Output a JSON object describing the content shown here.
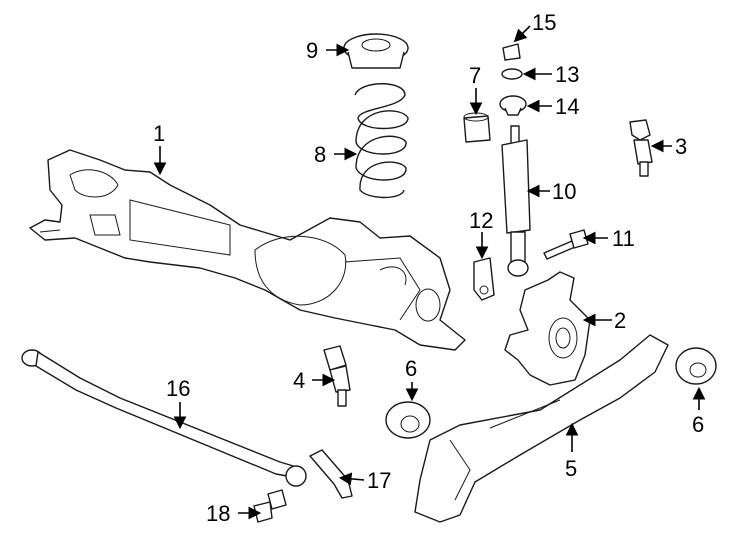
{
  "diagram": {
    "callouts": [
      {
        "id": "c1",
        "label": "1"
      },
      {
        "id": "c2",
        "label": "2"
      },
      {
        "id": "c3",
        "label": "3"
      },
      {
        "id": "c4",
        "label": "4"
      },
      {
        "id": "c5",
        "label": "5"
      },
      {
        "id": "c6a",
        "label": "6"
      },
      {
        "id": "c6b",
        "label": "6"
      },
      {
        "id": "c7",
        "label": "7"
      },
      {
        "id": "c8",
        "label": "8"
      },
      {
        "id": "c9",
        "label": "9"
      },
      {
        "id": "c10",
        "label": "10"
      },
      {
        "id": "c11",
        "label": "11"
      },
      {
        "id": "c12",
        "label": "12"
      },
      {
        "id": "c13",
        "label": "13"
      },
      {
        "id": "c14",
        "label": "14"
      },
      {
        "id": "c15",
        "label": "15"
      },
      {
        "id": "c16",
        "label": "16"
      },
      {
        "id": "c17",
        "label": "17"
      },
      {
        "id": "c18",
        "label": "18"
      }
    ]
  }
}
